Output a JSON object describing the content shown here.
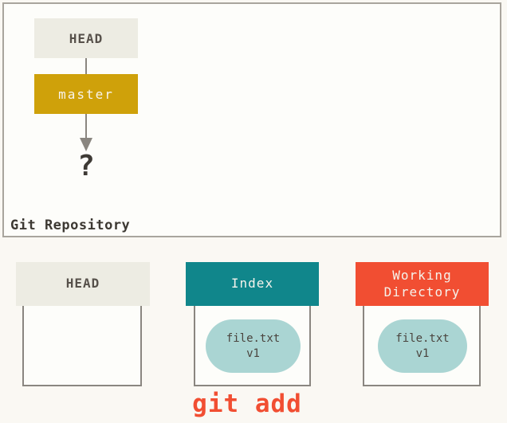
{
  "repository": {
    "label": "Git Repository",
    "head_label": "HEAD",
    "branch_label": "master",
    "pending_commit_label": "?"
  },
  "areas": {
    "head": {
      "title": "HEAD"
    },
    "index": {
      "title": "Index",
      "file": {
        "label": "file.txt\nv1",
        "name": "file.txt",
        "version": "v1"
      }
    },
    "working_directory": {
      "title": "Working\nDirectory",
      "file": {
        "label": "file.txt\nv1",
        "name": "file.txt",
        "version": "v1"
      }
    }
  },
  "command": {
    "label": "git add"
  },
  "colors": {
    "branch_gold": "#cfa10a",
    "index_teal": "#10868b",
    "working_directory_red": "#f14e32",
    "file_blob_teal": "#aad5d3",
    "command_red": "#f14e32",
    "panel_background": "#fdfdfa",
    "page_background": "#faf8f3",
    "line_gray": "#8a8680",
    "header_light_gray": "#edece3",
    "text_dark": "#4a443e"
  }
}
